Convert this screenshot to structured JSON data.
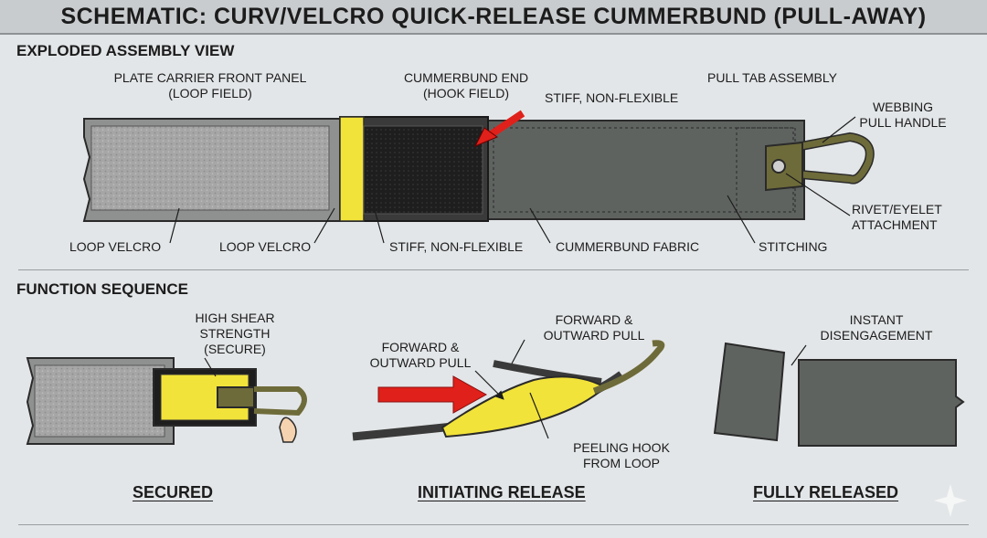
{
  "title": "SCHEMATIC:  CURV/VELCRO QUICK-RELEASE CUMMERBUND (PULL-AWAY)",
  "assembly": {
    "heading": "EXPLODED ASSEMBLY VIEW",
    "labels": {
      "front_panel": "PLATE CARRIER FRONT PANEL\n(LOOP FIELD)",
      "cummerbund_end": "CUMMERBUND END\n(HOOK FIELD)",
      "pull_tab": "PULL TAB ASSEMBLY",
      "stiff_top": "STIFF, NON-FLEXIBLE",
      "webbing": "WEBBING\nPULL HANDLE",
      "rivet": "RIVET/EYELET\nATTACHMENT",
      "loop_velcro_1": "LOOP VELCRO",
      "loop_velcro_2": "LOOP VELCRO",
      "stiff_bottom": "STIFF, NON-FLEXIBLE",
      "fabric": "CUMMERBUND FABRIC",
      "stitching": "STITCHING"
    }
  },
  "sequence": {
    "heading": "FUNCTION SEQUENCE",
    "labels": {
      "high_shear": "HIGH SHEAR\nSTRENGTH\n(SECURE)",
      "forward_left": "FORWARD &\nOUTWARD PULL",
      "forward_top": "FORWARD &\nOUTWARD PULL",
      "peeling": "PEELING HOOK\nFROM LOOP",
      "instant": "INSTANT\nDISENGAGEMENT"
    },
    "captions": {
      "secured": "SECURED",
      "initiating": "INITIATING RELEASE",
      "released": "FULLY RELEASED"
    }
  },
  "colors": {
    "loop_field": "#a6a6a6",
    "hook_field": "#1e1e1e",
    "fabric": "#5f6360",
    "stiffener": "#f2e33a",
    "webbing": "#6e6b3a",
    "arrow": "#e0201a"
  }
}
